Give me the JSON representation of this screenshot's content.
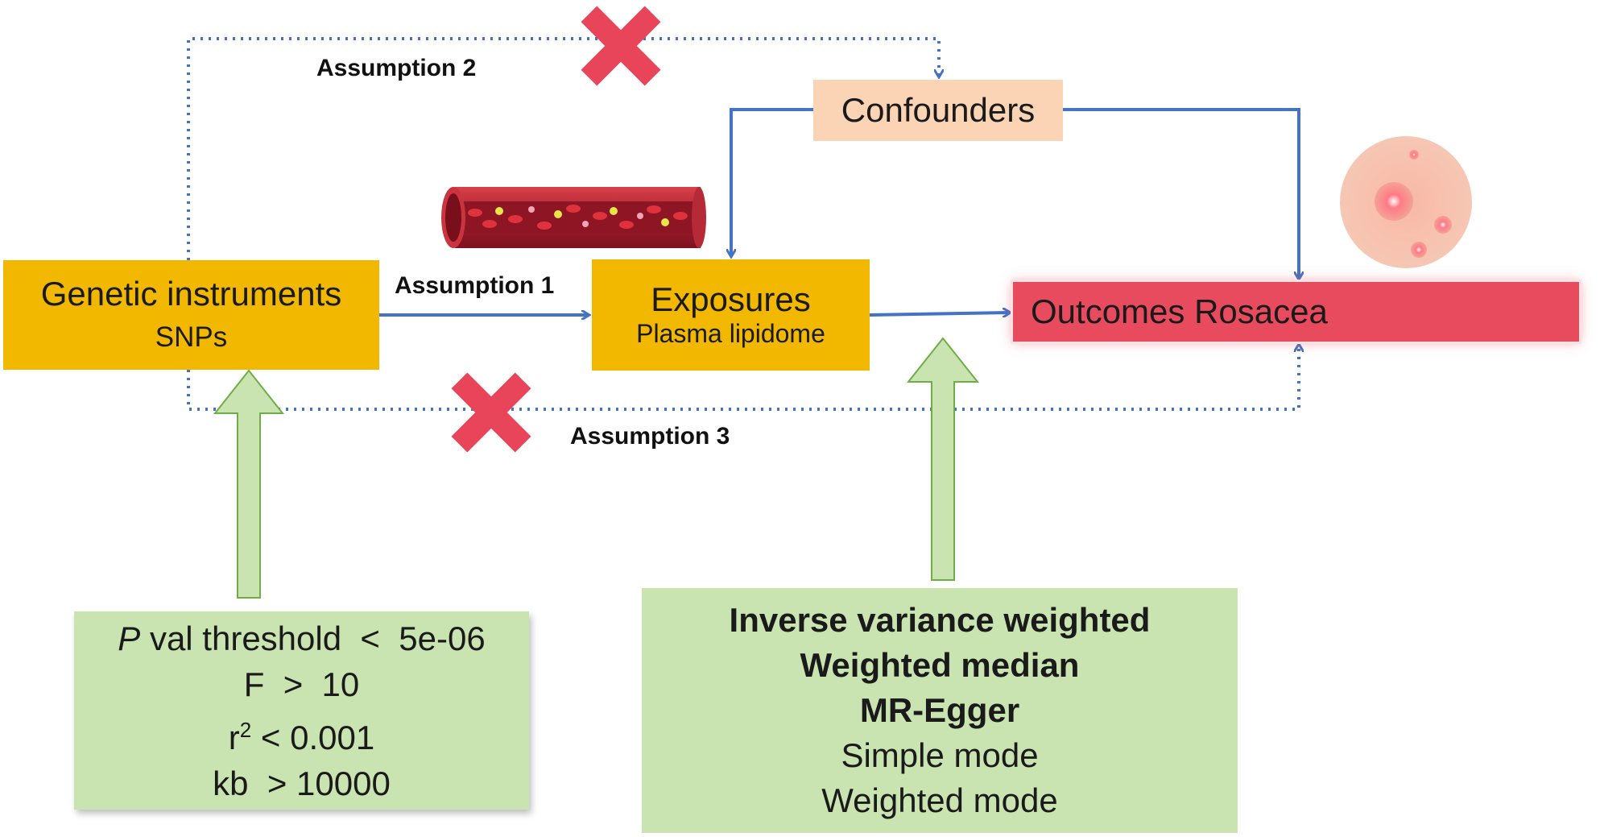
{
  "nodes": {
    "genetic": {
      "title": "Genetic instruments",
      "subtitle": "SNPs"
    },
    "exposure": {
      "title": "Exposures",
      "subtitle": "Plasma lipidome"
    },
    "confounders": {
      "title": "Confounders"
    },
    "outcome": {
      "title": "Outcomes Rosacea"
    }
  },
  "assumptions": {
    "a1": "Assumption 1",
    "a2": "Assumption 2",
    "a3": "Assumption 3"
  },
  "criteria": {
    "p_italic": "P",
    "p_rest": "val threshold  <  5e-06",
    "f": "F  >  10",
    "r_base": "r",
    "r_sup": "2",
    "r_rest": " < 0.001",
    "kb": "kb  > 10000"
  },
  "methods": [
    "Inverse variance weighted",
    "Weighted median",
    "MR-Egger",
    "Simple mode",
    "Weighted mode"
  ],
  "colors": {
    "arrow_blue": "#4472c4",
    "box_gold": "#f2b800",
    "confound_peach": "#fad4b4",
    "outcome_red": "#e84a5e",
    "green_box": "#c9e4b1",
    "cross_red": "#e8455a"
  }
}
